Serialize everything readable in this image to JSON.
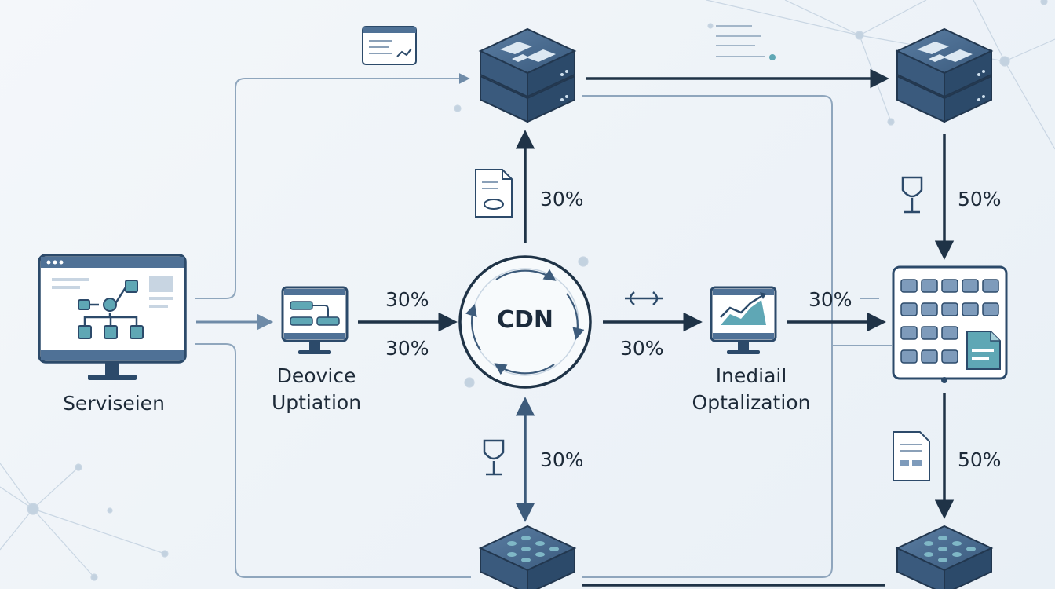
{
  "hub": {
    "label": "CDN"
  },
  "nodes": {
    "source": {
      "label": "Serviseien"
    },
    "device": {
      "line1": "Deovice",
      "line2": "Uptiation"
    },
    "media": {
      "line1": "Inediail",
      "line2": "Optalization"
    }
  },
  "edges": {
    "device_to_cdn_top": "30%",
    "device_to_cdn_bottom": "30%",
    "cdn_to_top_server": "30%",
    "cdn_to_media": "30%",
    "media_to_grid": "30%",
    "top_right_to_grid": "50%",
    "grid_to_bottom_right": "50%",
    "cdn_to_bottom_server": "30%"
  },
  "colors": {
    "line_dark": "#1f3347",
    "line_light": "#8aa0b8",
    "server_top": "#3f6185",
    "server_side": "#2c4a6a",
    "accent_teal": "#5fa7b5"
  }
}
